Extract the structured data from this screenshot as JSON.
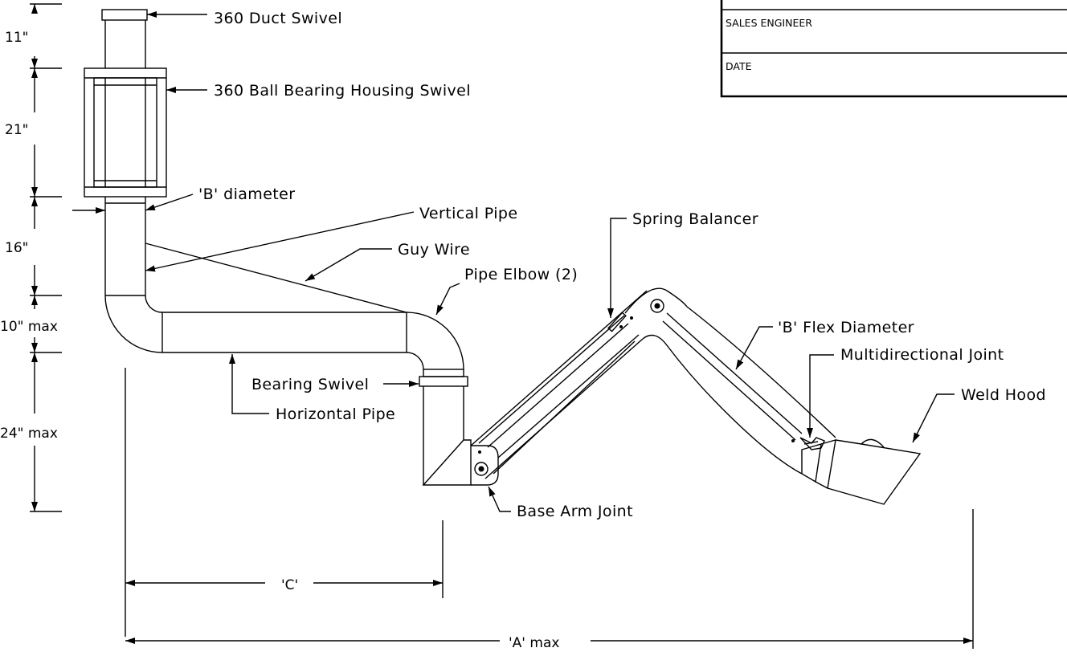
{
  "title_block": {
    "sales_engineer_label": "SALES ENGINEER",
    "date_label": "DATE"
  },
  "callouts": {
    "duct_swivel": "360 Duct Swivel",
    "ball_bearing_housing": "360 Ball Bearing Housing Swivel",
    "b_diameter": "'B' diameter",
    "vertical_pipe": "Vertical Pipe",
    "guy_wire": "Guy Wire",
    "pipe_elbow": "Pipe Elbow (2)",
    "spring_balancer": "Spring Balancer",
    "b_flex_diameter": "'B' Flex Diameter",
    "multidirectional_joint": "Multidirectional Joint",
    "weld_hood": "Weld Hood",
    "bearing_swivel": "Bearing Swivel",
    "horizontal_pipe": "Horizontal Pipe",
    "base_arm_joint": "Base Arm Joint"
  },
  "dimensions": {
    "d11": "11\"",
    "d21": "21\"",
    "d16": "16\"",
    "d10": "10\" max",
    "d24": "24\" max",
    "c": "'C'",
    "a": "'A' max"
  }
}
